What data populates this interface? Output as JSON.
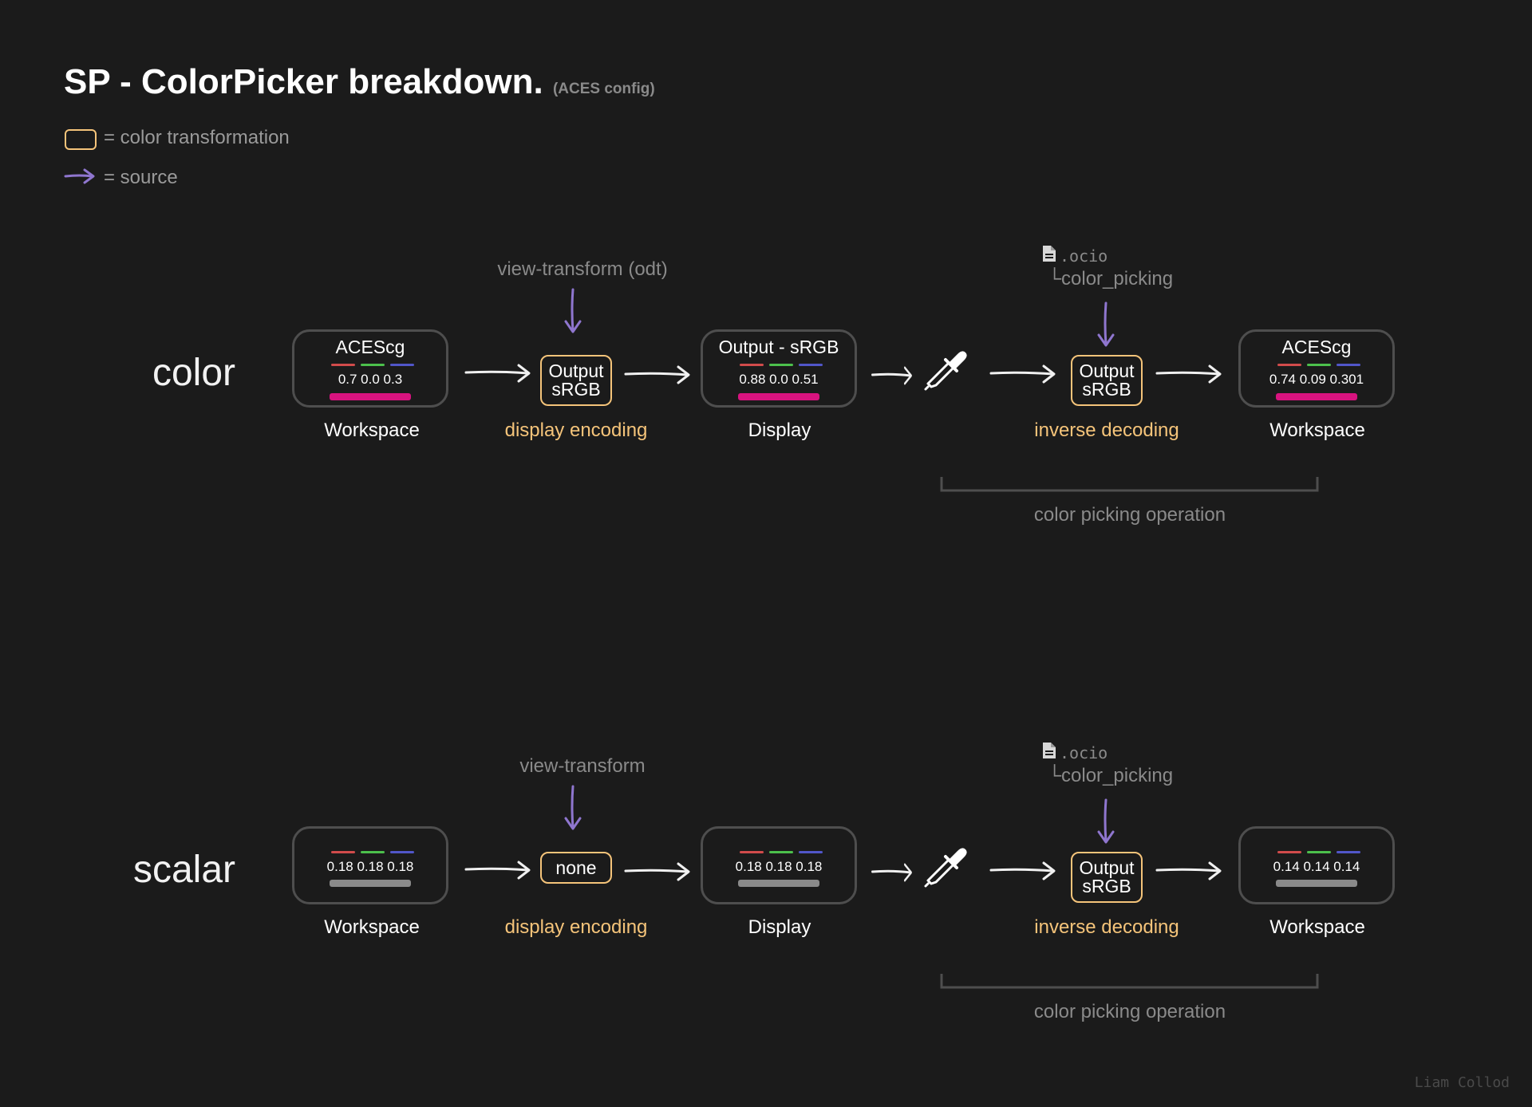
{
  "title": {
    "main": "SP - ColorPicker breakdown.",
    "sub": "(ACES config)"
  },
  "legend": {
    "transform_label": "= color transformation",
    "source_label": "= source"
  },
  "colors": {
    "background": "#1b1b1b",
    "transform_border": "#f5c47a",
    "source_arrow": "#8f76cf",
    "node_border": "#4e4e4e",
    "red": "#d14b4b",
    "green": "#4cc04c",
    "blue": "#5156c9",
    "magenta": "#d8137f",
    "scalar_grey": "#8a8a8a"
  },
  "rows": [
    {
      "label": "color",
      "view_transform": "view-transform (odt)",
      "ocio_file": ".ocio",
      "ocio_key": "color_picking",
      "workspace_in": {
        "title": "ACEScg",
        "values": "0.7  0.0  0.3",
        "caption": "Workspace",
        "swatch": "magenta"
      },
      "encode": {
        "line1": "Output",
        "line2": "sRGB",
        "caption": "display encoding"
      },
      "display": {
        "title": "Output - sRGB",
        "values": "0.88  0.0  0.51",
        "caption": "Display",
        "swatch": "magenta"
      },
      "decode": {
        "line1": "Output",
        "line2": "sRGB",
        "caption": "inverse decoding"
      },
      "workspace_out": {
        "title": "ACEScg",
        "values": "0.74  0.09  0.301",
        "caption": "Workspace",
        "swatch": "magenta"
      },
      "operation": "color picking operation"
    },
    {
      "label": "scalar",
      "view_transform": "view-transform",
      "ocio_file": ".ocio",
      "ocio_key": "color_picking",
      "workspace_in": {
        "title": "",
        "values": "0.18  0.18  0.18",
        "caption": "Workspace",
        "swatch": "grey"
      },
      "encode": {
        "line1": "none",
        "line2": "",
        "caption": "display encoding"
      },
      "display": {
        "title": "",
        "values": "0.18  0.18  0.18",
        "caption": "Display",
        "swatch": "grey"
      },
      "decode": {
        "line1": "Output",
        "line2": "sRGB",
        "caption": "inverse decoding"
      },
      "workspace_out": {
        "title": "",
        "values": "0.14  0.14  0.14",
        "caption": "Workspace",
        "swatch": "grey"
      },
      "operation": "color picking operation"
    }
  ],
  "footer": "Liam Collod"
}
